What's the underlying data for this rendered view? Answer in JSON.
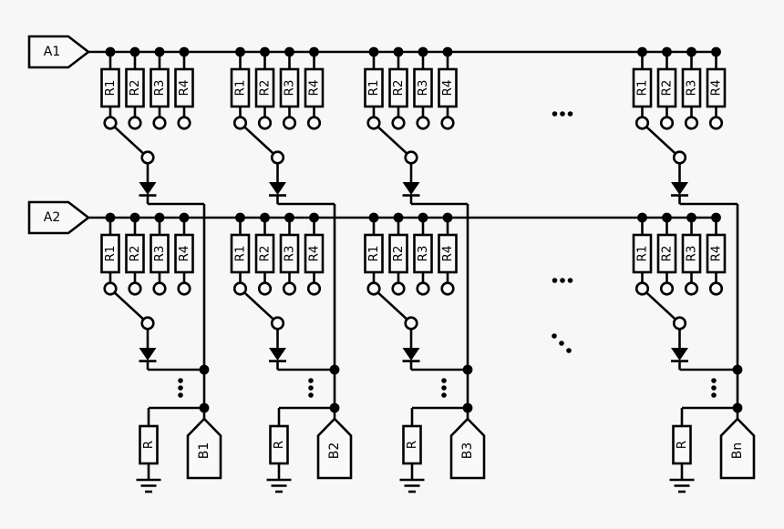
{
  "diagram": {
    "background": "#f7f7f7",
    "line_color": "#000000",
    "component_fill": "#f9f9f9",
    "rows_shown": 2,
    "groups_shown": 4,
    "row_tags": [
      "A1",
      "A2"
    ],
    "resistor_labels": [
      "R1",
      "R2",
      "R3",
      "R4"
    ],
    "terminal_tags": [
      "B1",
      "B2",
      "B3",
      "Bn"
    ],
    "pulldown_resistor_label": "R",
    "ellipsis_horizontal": "…",
    "ellipsis_vertical": "⋮",
    "ellipsis_diagonal": "⋱"
  }
}
